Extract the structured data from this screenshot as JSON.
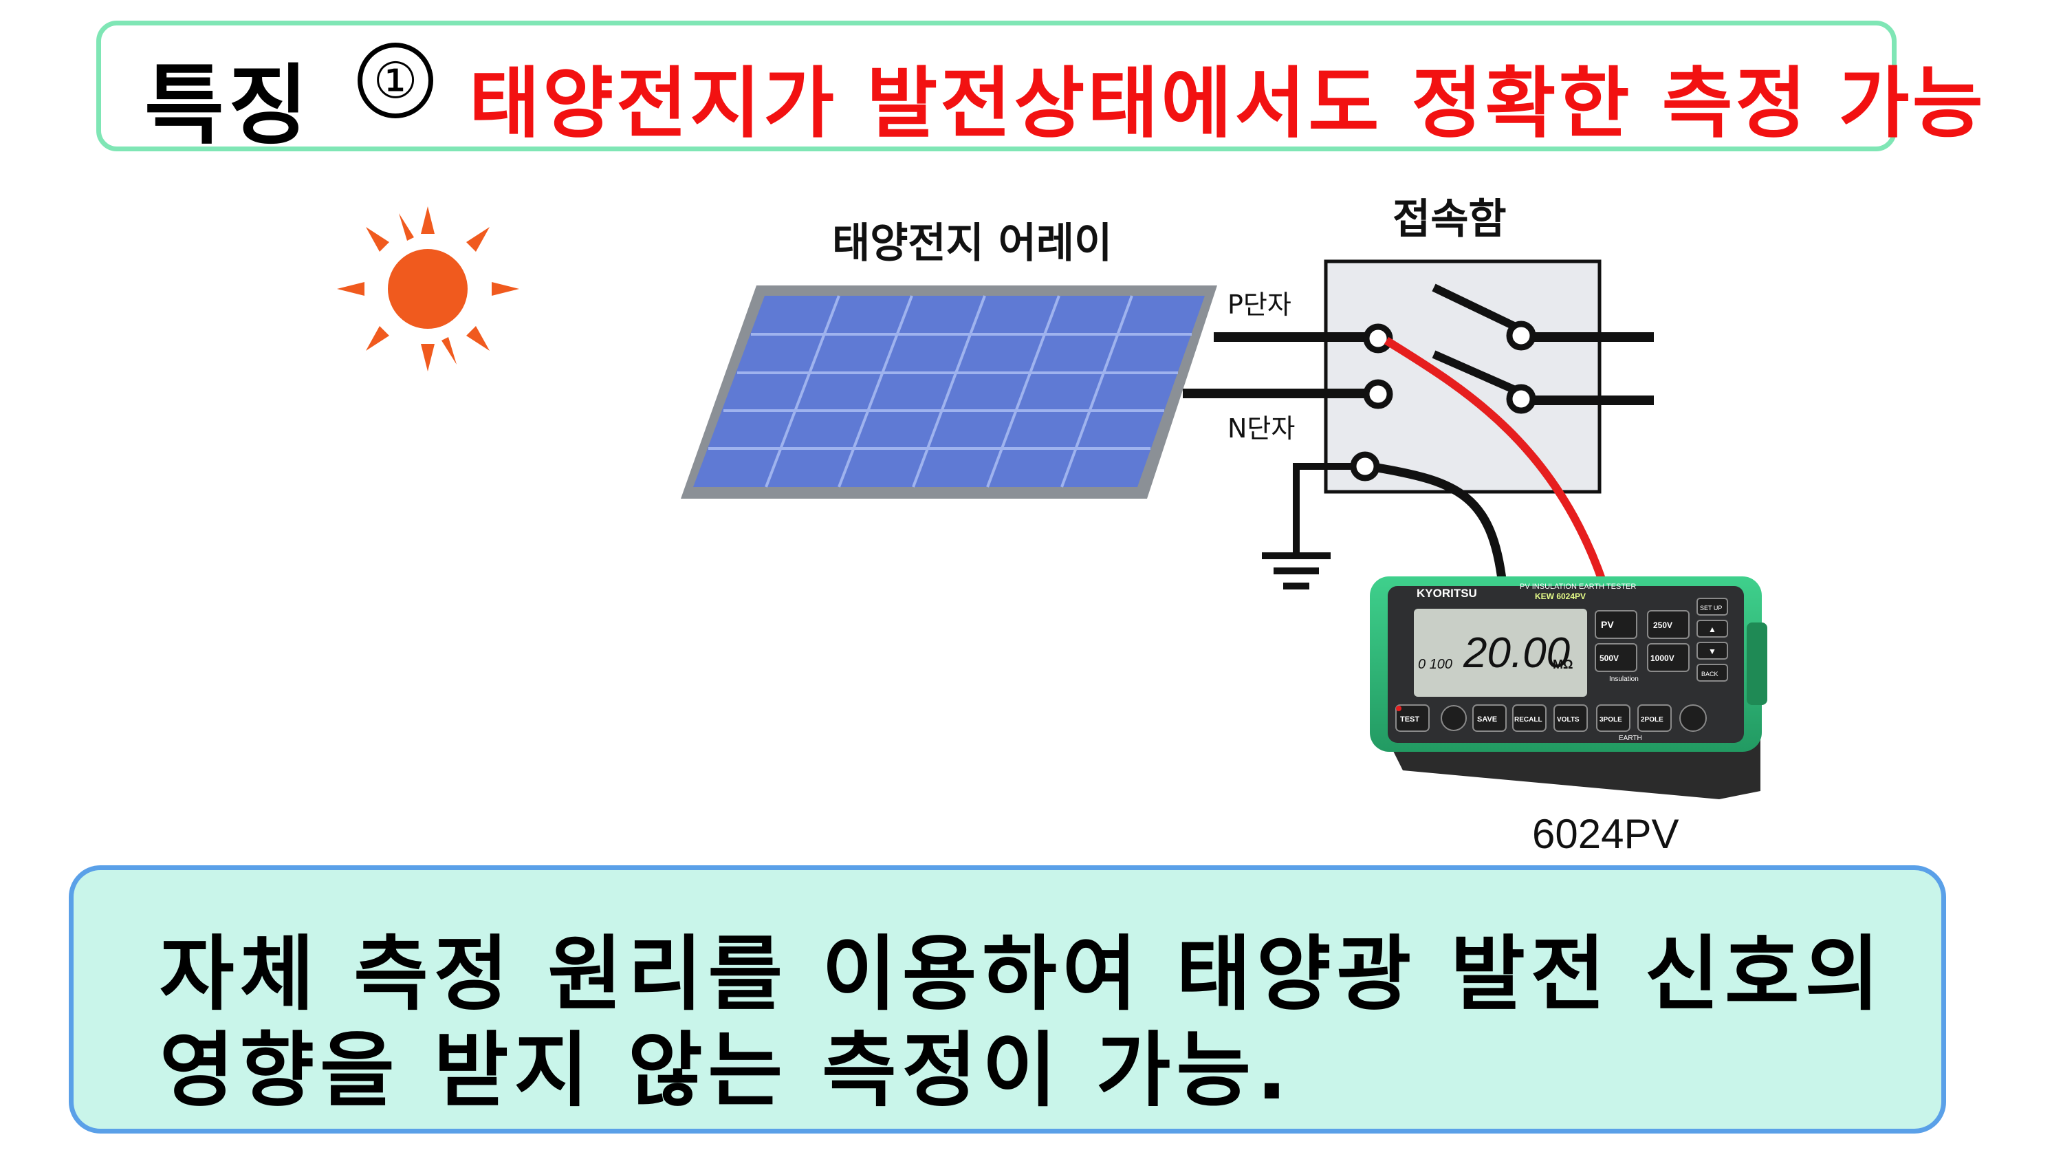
{
  "title": {
    "head": "특징",
    "number": "①",
    "description": "태양전지가 발전상태에서도 정확한 측정 가능"
  },
  "diagram": {
    "array_label": "태양전지 어레이",
    "junction_box_label": "접속함",
    "p_terminal_label": "P단자",
    "n_terminal_label": "N단자",
    "model_label": "6024PV",
    "meter": {
      "brand": "KYORITSU",
      "product_title": "PV INSULATION EARTH TESTER",
      "model_badge": "KEW 6024PV",
      "display_value": "20.00",
      "display_unit": "MΩ",
      "display_scale": "0 100",
      "range_buttons": [
        "PV",
        "250V",
        "500V",
        "1000V"
      ],
      "nav_buttons": [
        "SET UP",
        "▲",
        "▼",
        "BACK"
      ],
      "bottom_buttons": [
        "TEST",
        "SAVE",
        "RECALL",
        "VOLTS",
        "3POLE",
        "2POLE"
      ],
      "earth_label": "EARTH",
      "insulation_label": "Insulation"
    },
    "colors": {
      "sun": "#f05a1e",
      "panel_cell": "#4a6fd0",
      "positive_lead": "#e61e1e",
      "negative_lead": "#111111",
      "meter_body": "#2dbb7a"
    }
  },
  "note": {
    "line1": "자체 측정 원리를 이용하여 태양광 발전 신호의",
    "line2": "영향을 받지 않는 측정이 가능."
  }
}
